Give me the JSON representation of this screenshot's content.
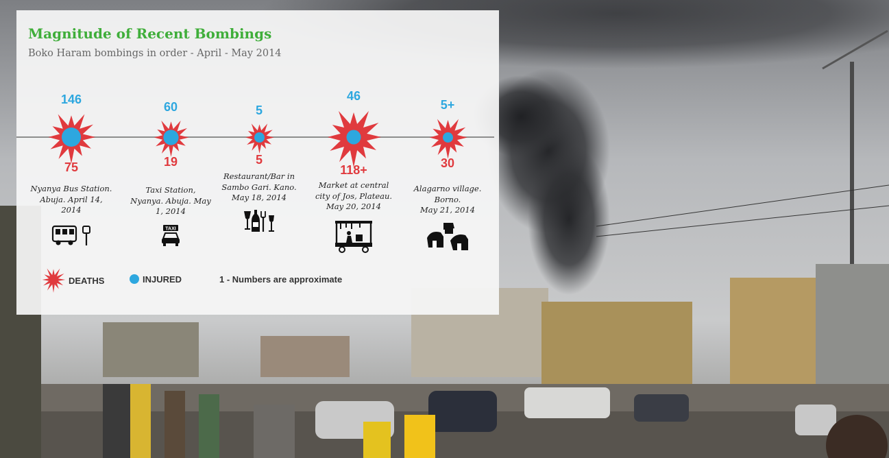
{
  "title": "Magnitude of Recent Bombings",
  "subtitle": "Boko Haram bombings in order - April - May 2014",
  "colors": {
    "title": "#3fae3a",
    "deaths": "#e03a3e",
    "injured": "#2da7df"
  },
  "legend": {
    "deaths": "DEATHS",
    "injured": "INJURED",
    "note": "1 - Numbers are approximate"
  },
  "chart_data": {
    "type": "table",
    "title": "Magnitude of Recent Bombings",
    "subtitle": "Boko Haram bombings in order - April - May 2014",
    "columns": [
      "injured",
      "deaths",
      "location",
      "icon"
    ],
    "events": [
      {
        "injured": "146",
        "deaths": "75",
        "injured_value": 146,
        "deaths_value": 75,
        "location": [
          "Nyanya Bus Station.",
          "Abuja. April 14,",
          "2014"
        ],
        "icon": "bus-stop-icon"
      },
      {
        "injured": "60",
        "deaths": "19",
        "injured_value": 60,
        "deaths_value": 19,
        "location": [
          "Taxi Station,",
          "Nyanya. Abuja. May",
          "1, 2014"
        ],
        "icon": "taxi-icon"
      },
      {
        "injured": "5",
        "deaths": "5",
        "injured_value": 5,
        "deaths_value": 5,
        "location": [
          "Restaurant/Bar in",
          "Sambo Gari. Kano.",
          "May 18, 2014"
        ],
        "icon": "restaurant-bar-icon"
      },
      {
        "injured": "46",
        "deaths": "118+",
        "injured_value": 46,
        "deaths_value": 118,
        "location": [
          "Market at central",
          "city of Jos, Plateau.",
          "May 20, 2014"
        ],
        "icon": "market-stall-icon"
      },
      {
        "injured": "5+",
        "deaths": "30",
        "injured_value": 5,
        "deaths_value": 30,
        "location": [
          "Alagarno village.",
          "Borno.",
          "May 21, 2014"
        ],
        "icon": "village-huts-icon"
      }
    ]
  }
}
